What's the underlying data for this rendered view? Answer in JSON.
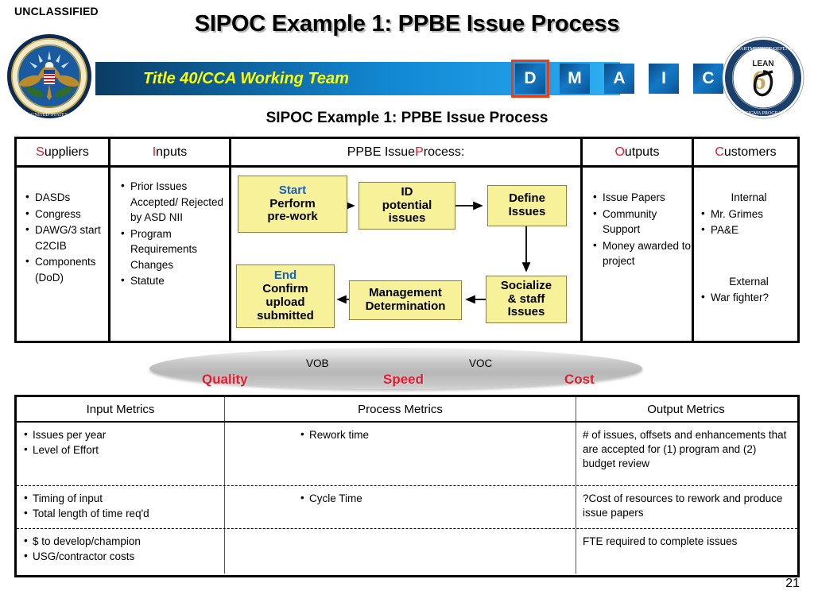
{
  "classification": "UNCLASSIFIED",
  "title": "SIPOC Example 1: PPBE Issue Process",
  "subtitle": "SIPOC Example 1: PPBE Issue Process",
  "banner": {
    "team": "Title 40/CCA Working Team",
    "phases": [
      {
        "letter": "D",
        "active": true
      },
      {
        "letter": "M",
        "active": false
      },
      {
        "letter": "A",
        "active": false
      },
      {
        "letter": "I",
        "active": false
      },
      {
        "letter": "C",
        "active": false
      }
    ]
  },
  "seals": {
    "left": "department-of-defense-seal",
    "right": "dod-lean-six-sigma-program-office-seal"
  },
  "sipoc": {
    "headers": [
      {
        "first": "S",
        "rest": "uppliers"
      },
      {
        "first": "I",
        "rest": "nputs"
      },
      {
        "first": "",
        "rest": "",
        "plain_prefix": "PPBE Issue ",
        "accent": "P",
        "plain_suffix": "rocess:"
      },
      {
        "first": "O",
        "rest": "utputs"
      },
      {
        "first": "C",
        "rest": "ustomers"
      }
    ],
    "suppliers": [
      "DASDs",
      "Congress",
      "DAWG/3 start C2CIB",
      "Components (DoD)"
    ],
    "inputs": [
      "Prior Issues Accepted/ Rejected by ASD NII",
      "Program Requirements Changes",
      "Statute"
    ],
    "process": {
      "boxes": [
        {
          "id": "start",
          "accent": "Start",
          "lines": [
            "Perform",
            "pre-work"
          ]
        },
        {
          "id": "id",
          "accent": "",
          "lines": [
            "ID",
            "potential",
            "issues"
          ]
        },
        {
          "id": "define",
          "accent": "",
          "lines": [
            "Define",
            "Issues"
          ]
        },
        {
          "id": "socialize",
          "accent": "",
          "lines": [
            "Socialize",
            "& staff",
            "Issues"
          ]
        },
        {
          "id": "management",
          "accent": "",
          "lines": [
            "Management",
            "Determination"
          ]
        },
        {
          "id": "end",
          "accent": "End",
          "lines": [
            "Confirm",
            "upload",
            "submitted"
          ]
        }
      ]
    },
    "outputs": [
      "Issue Papers",
      "Community Support",
      "Money awarded to project"
    ],
    "customers": {
      "internal_title": "Internal",
      "internal": [
        "Mr. Grimes",
        "PA&E"
      ],
      "external_title": "External",
      "external": [
        "War fighter?"
      ]
    }
  },
  "oval": {
    "quality": "Quality",
    "speed": "Speed",
    "cost": "Cost",
    "vob": "VOB",
    "voc": "VOC",
    "accent_color": "#e8192c"
  },
  "metrics": {
    "headers": [
      "Input Metrics",
      "Process Metrics",
      "Output Metrics"
    ],
    "rows": [
      {
        "input": [
          "Issues per year",
          "Level of Effort"
        ],
        "process": [
          "Rework time"
        ],
        "output": "# of issues, offsets and enhancements that are accepted for (1) program and (2) budget review"
      },
      {
        "input": [
          "Timing of input",
          "Total length of time req'd"
        ],
        "process": [
          "Cycle Time"
        ],
        "output": "?Cost of resources to rework and produce issue papers"
      },
      {
        "input": [
          "$ to develop/champion",
          "USG/contractor costs"
        ],
        "process": [],
        "output": "FTE required to complete issues"
      }
    ]
  },
  "page_number": "21"
}
